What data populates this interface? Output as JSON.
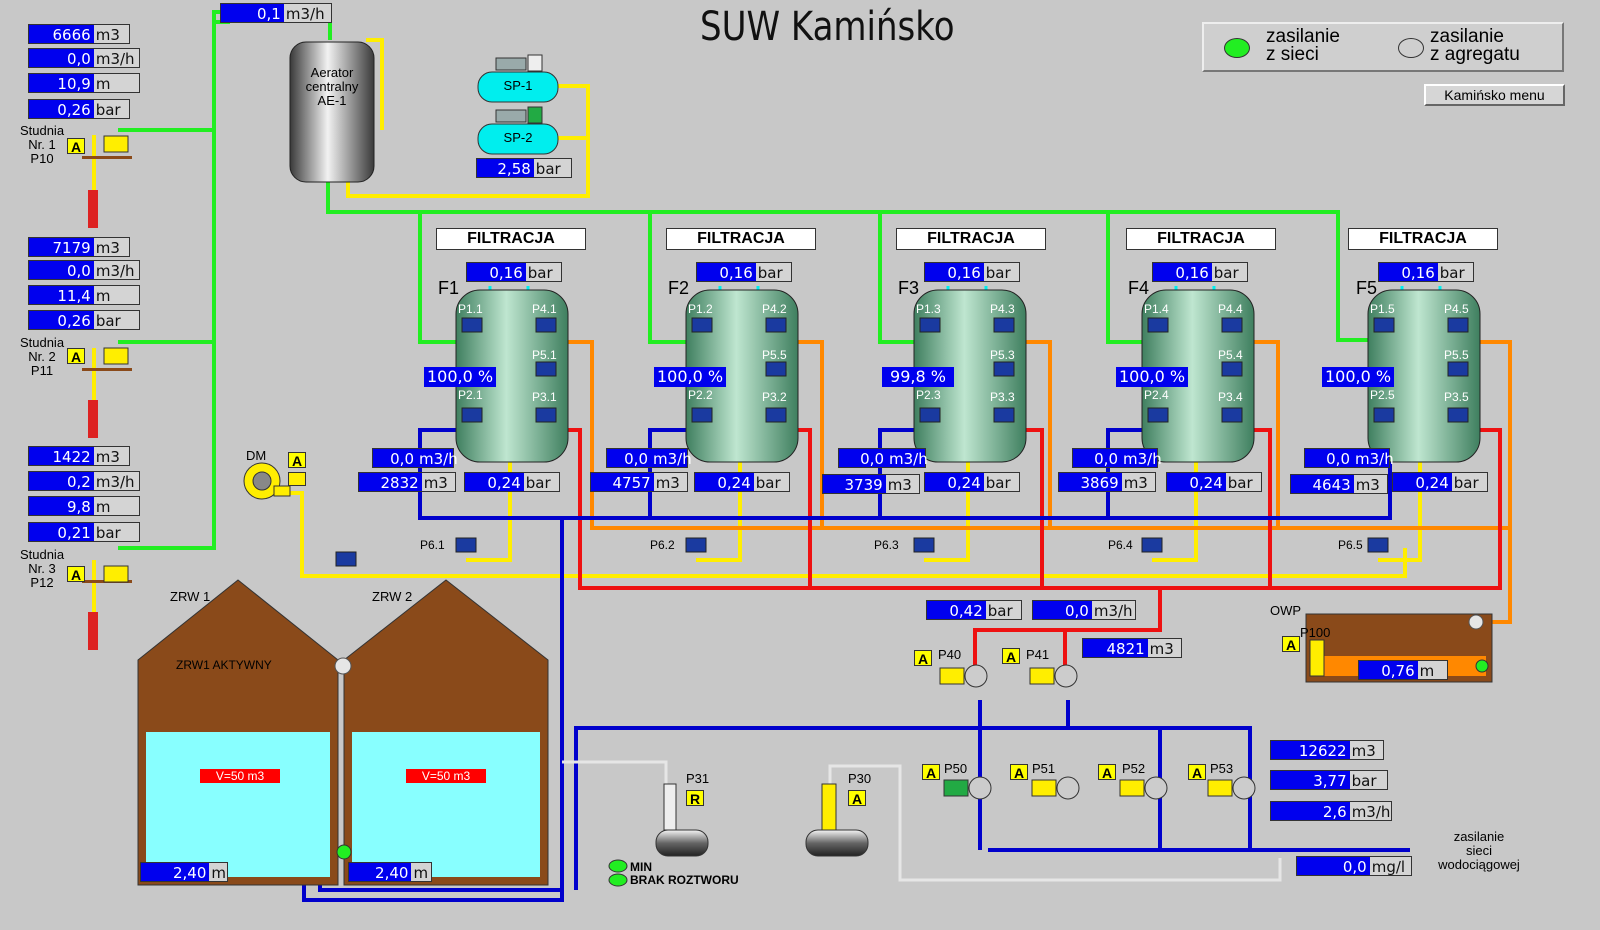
{
  "title": "SUW Kamińsko",
  "legend": {
    "grid_label": "zasilanie\nz sieci",
    "grid_color": "#22ee22",
    "generator_label": "zasilanie\nz agregatu",
    "generator_color": "#cfcfcf"
  },
  "menu_button": "Kamińsko menu",
  "top_flow": {
    "value": "0,1",
    "unit": "m3/h"
  },
  "aerator": {
    "label": "Aerator\ncentralny\nAE-1"
  },
  "compressors": {
    "sp1": "SP-1",
    "sp2": "SP-2",
    "pressure": {
      "value": "2,58",
      "unit": "bar"
    }
  },
  "wells": [
    {
      "name": "Studnia\nNr. 1\nP10",
      "mode": "A",
      "readings": [
        {
          "value": "6666",
          "unit": "m3"
        },
        {
          "value": "0,0",
          "unit": "m3/h"
        },
        {
          "value": "10,9",
          "unit": "m"
        },
        {
          "value": "0,26",
          "unit": "bar"
        }
      ]
    },
    {
      "name": "Studnia\nNr. 2\nP11",
      "mode": "A",
      "readings": [
        {
          "value": "7179",
          "unit": "m3"
        },
        {
          "value": "0,0",
          "unit": "m3/h"
        },
        {
          "value": "11,4",
          "unit": "m"
        },
        {
          "value": "0,26",
          "unit": "bar"
        }
      ]
    },
    {
      "name": "Studnia\nNr. 3\nP12",
      "mode": "A",
      "readings": [
        {
          "value": "1422",
          "unit": "m3"
        },
        {
          "value": "0,2",
          "unit": "m3/h"
        },
        {
          "value": "9,8",
          "unit": "m"
        },
        {
          "value": "0,21",
          "unit": "bar"
        }
      ]
    }
  ],
  "filters": [
    {
      "header": "FILTRACJA",
      "name": "F1",
      "top_pressure": {
        "value": "0,16",
        "unit": "bar"
      },
      "percent": "100,0 %",
      "flow": {
        "value": "0,0",
        "unit": "m3/h"
      },
      "volume": {
        "value": "2832",
        "unit": "m3"
      },
      "bottom_pressure": {
        "value": "0,24",
        "unit": "bar"
      },
      "pumps": [
        "P1.1",
        "P4.1",
        "P5.1",
        "P2.1",
        "P3.1"
      ],
      "backwash_pump": "P6.1"
    },
    {
      "header": "FILTRACJA",
      "name": "F2",
      "top_pressure": {
        "value": "0,16",
        "unit": "bar"
      },
      "percent": "100,0 %",
      "flow": {
        "value": "0,0",
        "unit": "m3/h"
      },
      "volume": {
        "value": "4757",
        "unit": "m3"
      },
      "bottom_pressure": {
        "value": "0,24",
        "unit": "bar"
      },
      "pumps": [
        "P1.2",
        "P4.2",
        "P5.5",
        "P2.2",
        "P3.2"
      ],
      "backwash_pump": "P6.2"
    },
    {
      "header": "FILTRACJA",
      "name": "F3",
      "top_pressure": {
        "value": "0,16",
        "unit": "bar"
      },
      "percent": "99,8 %",
      "flow": {
        "value": "0,0",
        "unit": "m3/h"
      },
      "volume": {
        "value": "3739",
        "unit": "m3"
      },
      "bottom_pressure": {
        "value": "0,24",
        "unit": "bar"
      },
      "pumps": [
        "P1.3",
        "P4.3",
        "P5.3",
        "P2.3",
        "P3.3"
      ],
      "backwash_pump": "P6.3"
    },
    {
      "header": "FILTRACJA",
      "name": "F4",
      "top_pressure": {
        "value": "0,16",
        "unit": "bar"
      },
      "percent": "100,0 %",
      "flow": {
        "value": "0,0",
        "unit": "m3/h"
      },
      "volume": {
        "value": "3869",
        "unit": "m3"
      },
      "bottom_pressure": {
        "value": "0,24",
        "unit": "bar"
      },
      "pumps": [
        "P1.4",
        "P4.4",
        "P5.4",
        "P2.4",
        "P3.4"
      ],
      "backwash_pump": "P6.4"
    },
    {
      "header": "FILTRACJA",
      "name": "F5",
      "top_pressure": {
        "value": "0,16",
        "unit": "bar"
      },
      "percent": "100,0 %",
      "flow": {
        "value": "0,0",
        "unit": "m3/h"
      },
      "volume": {
        "value": "4643",
        "unit": "m3"
      },
      "bottom_pressure": {
        "value": "0,24",
        "unit": "bar"
      },
      "pumps": [
        "P1.5",
        "P4.5",
        "P5.5",
        "P2.5",
        "P3.5"
      ],
      "backwash_pump": "P6.5"
    }
  ],
  "dm": {
    "label": "DM",
    "mode": "A"
  },
  "backwash": {
    "pressure": {
      "value": "0,42",
      "unit": "bar"
    },
    "flow": {
      "value": "0,0",
      "unit": "m3/h"
    },
    "volume": {
      "value": "4821",
      "unit": "m3"
    },
    "p40": {
      "label": "P40",
      "mode": "A"
    },
    "p41": {
      "label": "P41",
      "mode": "A"
    }
  },
  "owp": {
    "label": "OWP",
    "pump": "P100",
    "mode": "A",
    "level": {
      "value": "0,76",
      "unit": "m"
    }
  },
  "tanks": [
    {
      "name": "ZRW 1",
      "status": "ZRW1 AKTYWNY",
      "volume": "V=50 m3",
      "level": {
        "value": "2,40",
        "unit": "m"
      },
      "fill": 0.62
    },
    {
      "name": "ZRW 2",
      "status": "",
      "volume": "V=50 m3",
      "level": {
        "value": "2,40",
        "unit": "m"
      },
      "fill": 0.62
    }
  ],
  "dosing": {
    "p31": {
      "label": "P31",
      "mode": "R"
    },
    "p30": {
      "label": "P30",
      "mode": "A"
    },
    "min_label": "MIN",
    "no_solution_label": "BRAK ROZTWORU"
  },
  "output_pumps": [
    {
      "label": "P50",
      "mode": "A",
      "active": true
    },
    {
      "label": "P51",
      "mode": "A",
      "active": false
    },
    {
      "label": "P52",
      "mode": "A",
      "active": false
    },
    {
      "label": "P53",
      "mode": "A",
      "active": false
    }
  ],
  "output": {
    "volume": {
      "value": "12622",
      "unit": "m3"
    },
    "pressure": {
      "value": "3,77",
      "unit": "bar"
    },
    "flow": {
      "value": "2,6",
      "unit": "m3/h"
    },
    "chlorine": {
      "value": "0,0",
      "unit": "mg/l"
    },
    "network_label": "zasilanie\nsieci\nwodociągowej"
  },
  "colors": {
    "pipe_green": "#22ee22",
    "pipe_yellow": "#ffee00",
    "pipe_cyan": "#00eeee",
    "pipe_blue": "#0000cc",
    "pipe_red": "#ee1111",
    "pipe_orange": "#ff8800",
    "pipe_gray": "#e6e6e6",
    "display_blue": "#0000ee",
    "water": "#88ffff",
    "roof": "#8a4a1a"
  }
}
